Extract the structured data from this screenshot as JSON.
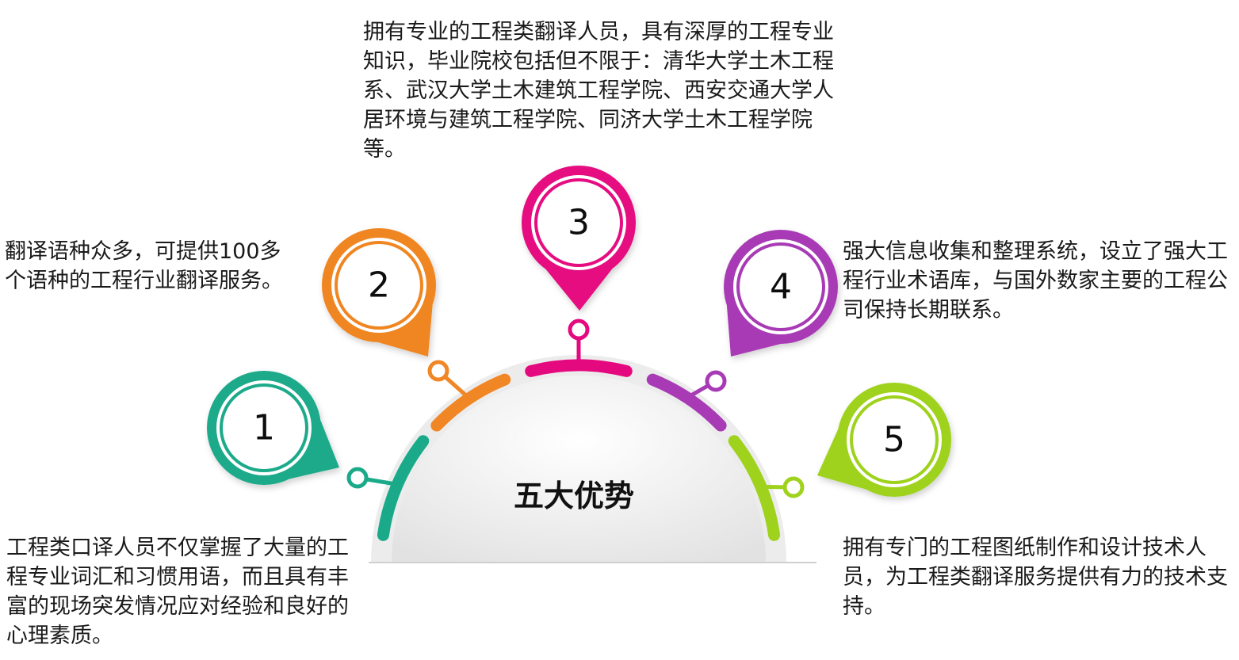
{
  "title": "五大优势",
  "items": [
    {
      "number": "1",
      "color": "#1aaa8a",
      "text": "工程类口译人员不仅掌握了大量的工程专业词汇和习惯用语，而且具有丰富的现场突发情况应对经验和良好的心理素质。"
    },
    {
      "number": "2",
      "color": "#f08624",
      "text": "翻译语种众多，可提供100多个语种的工程行业翻译服务。"
    },
    {
      "number": "3",
      "color": "#e5097f",
      "text": "拥有专业的工程类翻译人员，具有深厚的工程专业知识，毕业院校包括但不限于：清华大学土木工程系、武汉大学土木建筑工程学院、西安交通大学人居环境与建筑工程学院、同济大学土木工程学院等。"
    },
    {
      "number": "4",
      "color": "#a83bb5",
      "text": "强大信息收集和整理系统，设立了强大工程行业术语库，与国外数家主要的工程公司保持长期联系。"
    },
    {
      "number": "5",
      "color": "#9ed21c",
      "text": "拥有专门的工程图纸制作和设计技术人员，为工程类翻译服务提供有力的技术支持。"
    }
  ]
}
